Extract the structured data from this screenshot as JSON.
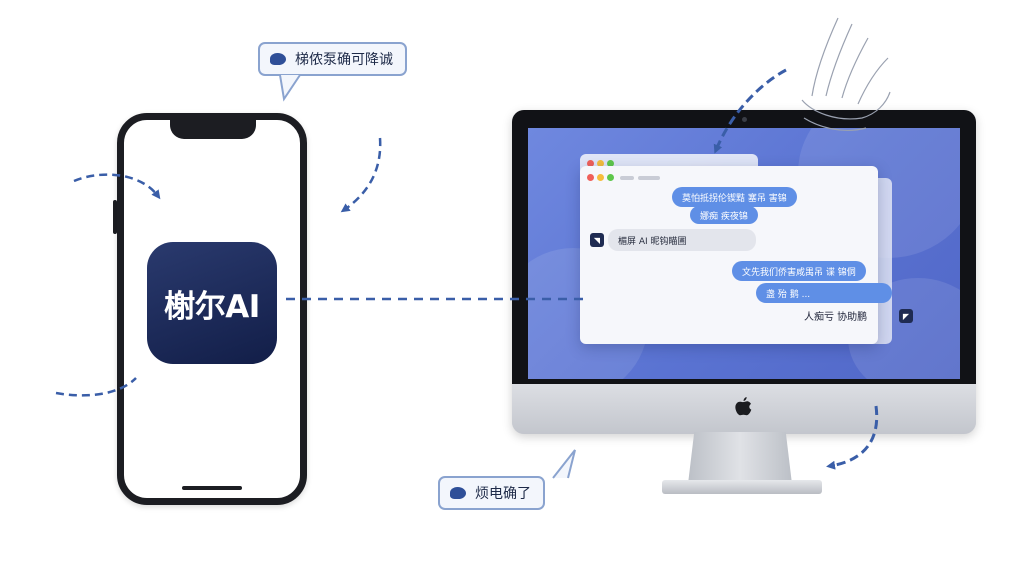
{
  "callouts": {
    "top": "梯侬泵确可降诚",
    "bottom": "烦电确了"
  },
  "phone": {
    "app_label": "榭尔AI"
  },
  "chat": {
    "outgoing_1_line_1": "莫怕抵拐伦锲黠 塞吊 害锦",
    "outgoing_1_line_2": "娜痴 疾夜锦",
    "incoming_1": "楣屏 AI 昵钩瞄圃",
    "outgoing_2": "文先我们侨害咸禺吊 谍 锦侗",
    "outgoing_3": "盏 殆 鹅 ...",
    "incoming_2": "人痴亏 协助鹏"
  },
  "colors": {
    "accent_blue": "#3a5ea8",
    "app_icon_dark": "#1a2754",
    "screen_blue": "#6a83dc",
    "bubble_blue": "#5f8fe6"
  },
  "icons": {
    "callout_marker": "speech-dot-icon",
    "monitor_logo": "apple-logo-icon",
    "chat_avatar": "bot-avatar-icon"
  }
}
